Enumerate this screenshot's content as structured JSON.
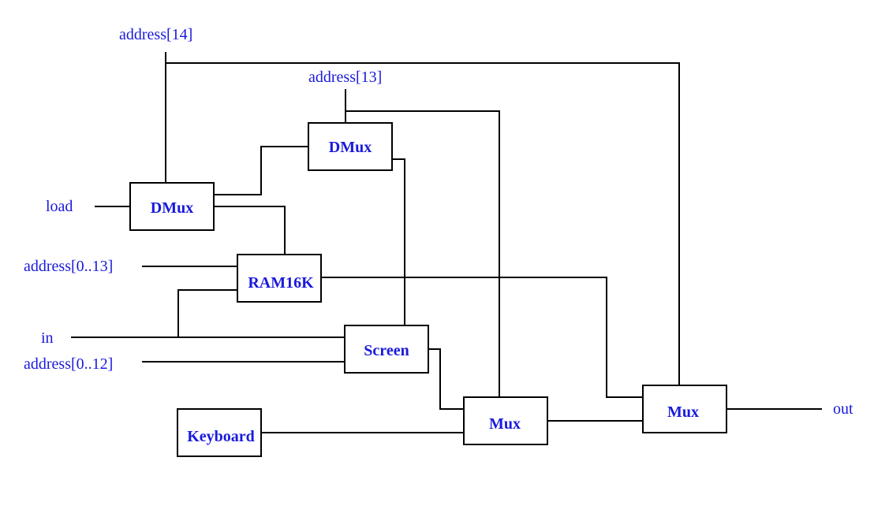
{
  "diagram": {
    "labels": {
      "address14": "address[14]",
      "address13": "address[13]",
      "load": "load",
      "address0_13": "address[0..13]",
      "in": "in",
      "address0_12": "address[0..12]",
      "out": "out"
    },
    "blocks": {
      "dmux_top": "DMux",
      "dmux_left": "DMux",
      "ram16k": "RAM16K",
      "screen": "Screen",
      "keyboard": "Keyboard",
      "mux_middle": "Mux",
      "mux_right": "Mux"
    },
    "colors": {
      "text": "#1a1adc",
      "lines": "#000000",
      "background": "#ffffff"
    }
  }
}
